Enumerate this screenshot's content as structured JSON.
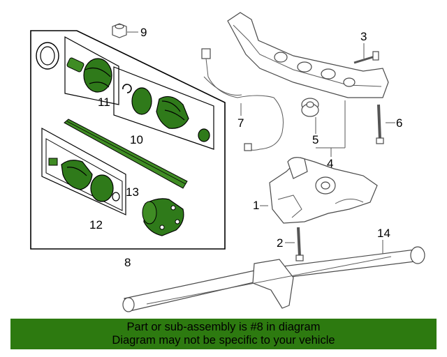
{
  "callouts": {
    "c1": "1",
    "c2": "2",
    "c3": "3",
    "c4": "4",
    "c5": "5",
    "c6": "6",
    "c7": "7",
    "c8": "8",
    "c9": "9",
    "c10": "10",
    "c11": "11",
    "c12": "12",
    "c13": "13",
    "c14": "14"
  },
  "banner": {
    "line1": "Part or sub-assembly is #8 in diagram",
    "line2": "Diagram may not be specific to your vehicle"
  },
  "colors": {
    "highlight": "#2d7a10",
    "parts_fill": "#2f7a1a",
    "outline": "#4a4a4a"
  }
}
